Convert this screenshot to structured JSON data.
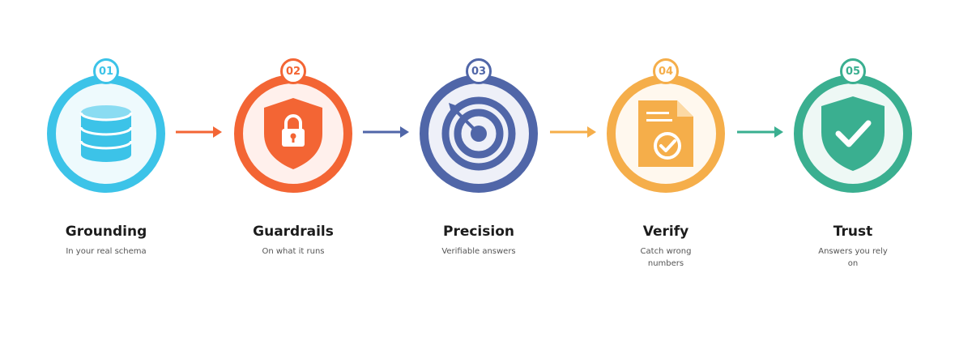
{
  "steps": [
    {
      "number": "01",
      "title": "Grounding",
      "subtitle": "In your real schema",
      "icon": "database-icon",
      "color": "#3cc3e8",
      "bg": "#eefafd"
    },
    {
      "number": "02",
      "title": "Guardrails",
      "subtitle": "On what it runs",
      "icon": "shield-lock-icon",
      "color": "#f36534",
      "bg": "#fff0ec"
    },
    {
      "number": "03",
      "title": "Precision",
      "subtitle": "Verifiable answers",
      "icon": "target-icon",
      "color": "#5066a8",
      "bg": "#eef0f8"
    },
    {
      "number": "04",
      "title": "Verify",
      "subtitle": "Catch wrong numbers",
      "icon": "document-check-icon",
      "color": "#f5ae4a",
      "bg": "#fff8ee"
    },
    {
      "number": "05",
      "title": "Trust",
      "subtitle": "Answers you rely on",
      "icon": "shield-check-icon",
      "color": "#3aaf90",
      "bg": "#eef8f5"
    }
  ]
}
